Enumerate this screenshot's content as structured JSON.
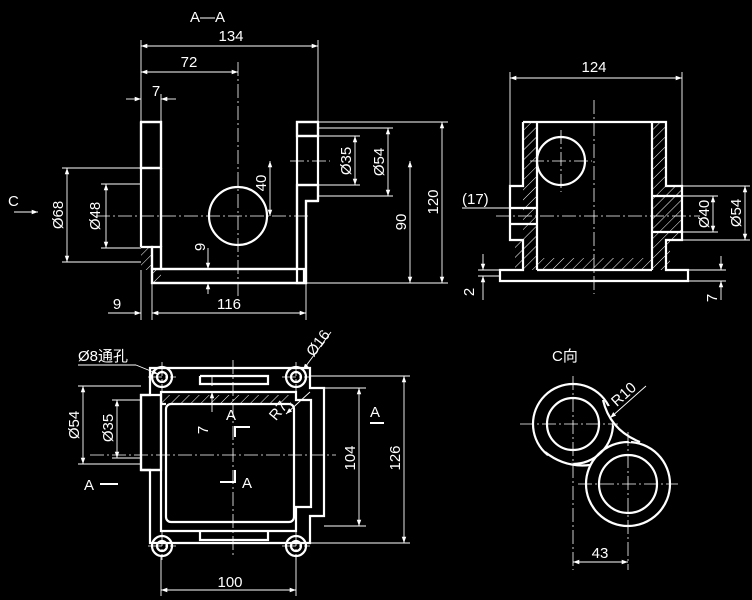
{
  "colors": {
    "background": "#000000",
    "lines": "#ffffff"
  },
  "section_view": {
    "title": "A—A",
    "dims": {
      "overall_width": "134",
      "hole_offset": "72",
      "wall": "7",
      "left_bore_outer": "Ø68",
      "left_bore_inner": "Ø48",
      "right_bore_inner": "Ø35",
      "right_bore_outer": "Ø54",
      "hole_height": "40",
      "inner_height": "90",
      "overall_height": "120",
      "floor_thickness": "9",
      "bottom_left": "9",
      "inner_width": "116"
    },
    "arrow_label": "C"
  },
  "side_view": {
    "dims": {
      "overall_width": "124",
      "ref_bore": "(17)",
      "bore_inner": "Ø40",
      "bore_outer": "Ø54",
      "flange_thickness": "2",
      "base_thickness": "7"
    }
  },
  "top_view": {
    "dims": {
      "through_hole_note": "Ø8通孔",
      "corner_dia": "Ø16",
      "bore_outer": "Ø54",
      "bore_inner": "Ø35",
      "wall": "7",
      "fillet": "R7",
      "inner_height": "104",
      "overall_height": "126",
      "width": "100"
    },
    "section_marks": [
      "A",
      "A",
      "A",
      "A"
    ]
  },
  "view_c": {
    "title": "C向",
    "dims": {
      "radius": "R10",
      "center_distance": "43"
    }
  }
}
